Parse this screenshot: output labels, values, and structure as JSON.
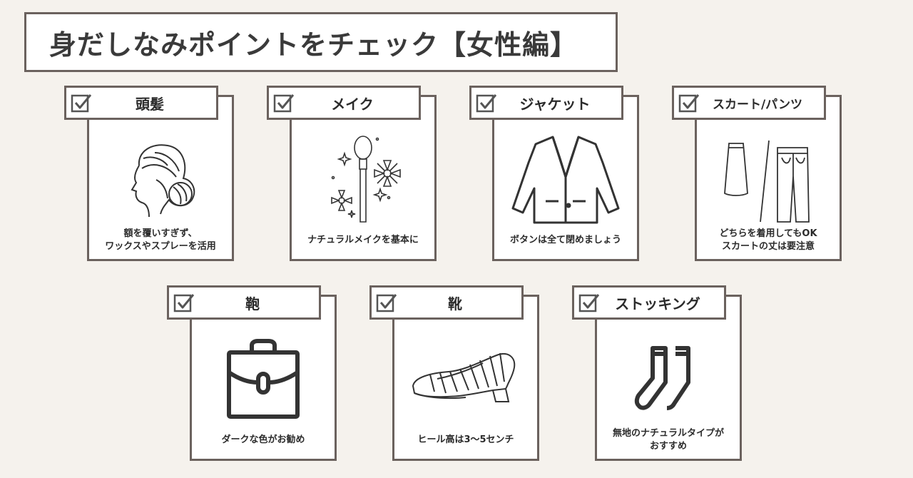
{
  "title": "身だしなみポイントをチェック【女性編】",
  "cards": [
    {
      "heading": "頭髪",
      "caption": [
        "額を覆いすぎず、",
        "ワックスやスプレーを活用"
      ],
      "icon": "hair-bun-icon"
    },
    {
      "heading": "メイク",
      "caption": [
        "ナチュラルメイクを基本に",
        ""
      ],
      "icon": "makeup-brush-icon"
    },
    {
      "heading": "ジャケット",
      "caption": [
        "ボタンは全て閉めましょう",
        ""
      ],
      "icon": "jacket-icon"
    },
    {
      "heading": "スカート/パンツ",
      "caption": [
        "どちらを着用してもOK",
        "スカートの丈は要注意"
      ],
      "icon": "skirt-pants-icon"
    },
    {
      "heading": "鞄",
      "caption": [
        "ダークな色がお勧め",
        ""
      ],
      "icon": "briefcase-icon"
    },
    {
      "heading": "靴",
      "caption": [
        "ヒール高は3〜5センチ",
        ""
      ],
      "icon": "shoe-icon"
    },
    {
      "heading": "ストッキング",
      "caption": [
        "無地のナチュラルタイプが",
        "おすすめ"
      ],
      "icon": "socks-icon"
    }
  ],
  "colors": {
    "border": "#6b625e",
    "background": "#f5f2ed",
    "card": "#ffffff"
  }
}
